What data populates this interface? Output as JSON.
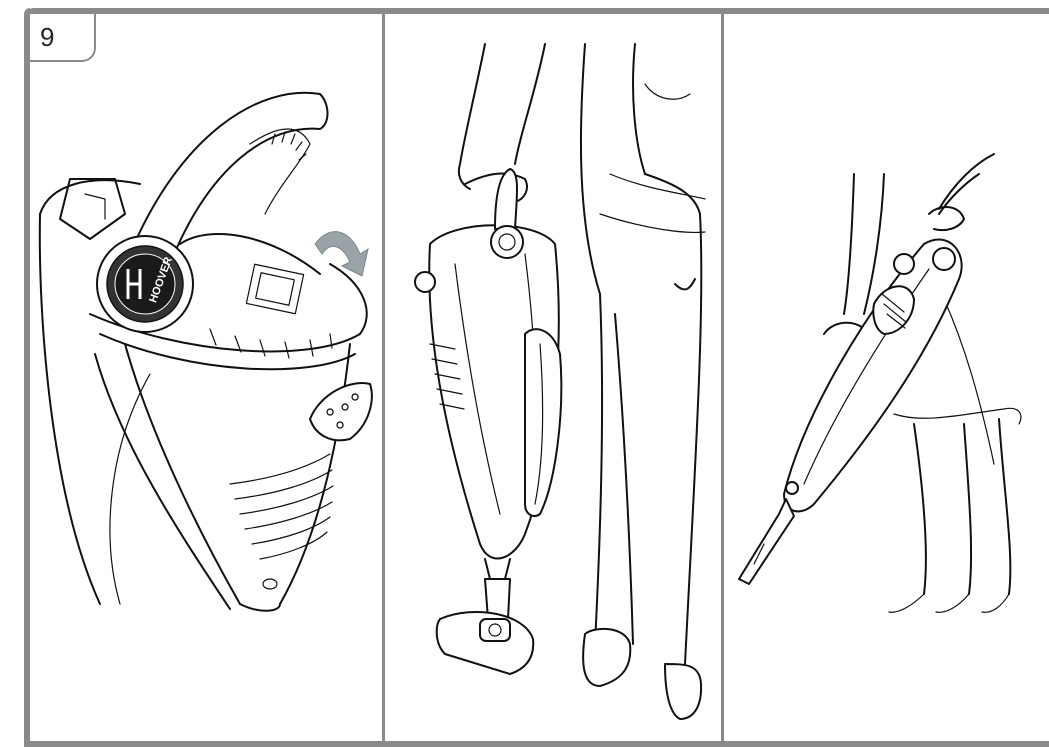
{
  "step": {
    "number": "9"
  },
  "panels": [
    {
      "id": "handle-lift",
      "icon": "vacuum-handle-lift-illustration"
    },
    {
      "id": "carry-vacuum",
      "icon": "person-carrying-vacuum-illustration"
    },
    {
      "id": "handheld-use",
      "icon": "handheld-vacuum-use-illustration"
    }
  ],
  "logo": {
    "text": "HOOVER"
  },
  "colors": {
    "frame": "#8a8a8a",
    "arrow": "#9aa3a8",
    "line": "#111111"
  }
}
